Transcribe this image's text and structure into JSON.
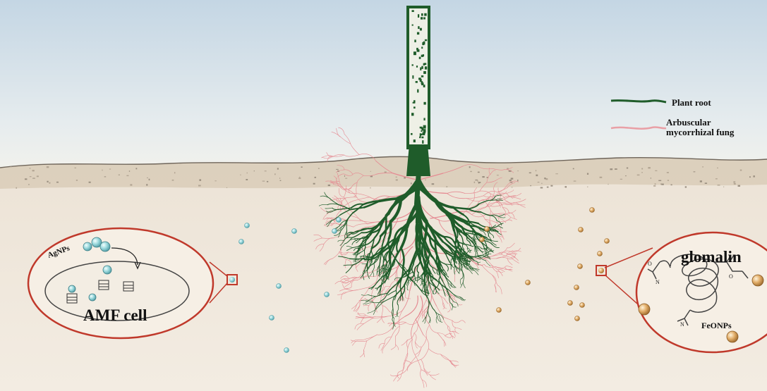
{
  "legend": {
    "items": [
      {
        "label": "Plant root",
        "color": "#1f5c2a"
      },
      {
        "label_line1": "Arbuscular",
        "label_line2": "mycorrhizal fung",
        "color": "#e9a0a6"
      }
    ]
  },
  "left_inset": {
    "particle_label": "AgNPs",
    "cell_label": "AMF cell",
    "particle_color": "#8fd3d8",
    "outline_color": "#c0392b"
  },
  "right_inset": {
    "molecule_label": "glomalin",
    "particle_label": "FeONPs",
    "particle_color": "#d9a35c",
    "outline_color": "#c0392b"
  },
  "colors": {
    "sky_top": "#c8d9e6",
    "sky_bottom": "#f1f2ee",
    "soil_surface": "#d6c8b3",
    "soil": "#efe7dc",
    "root": "#1f5c2a",
    "hyphae": "#e58a92"
  }
}
